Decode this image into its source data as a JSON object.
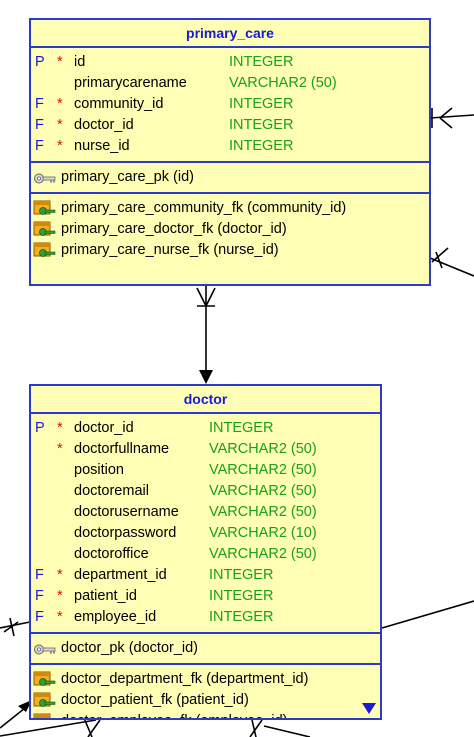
{
  "tables": [
    {
      "name": "primary_care",
      "columns": [
        {
          "flag": "P",
          "required": true,
          "name": "id",
          "type": "INTEGER"
        },
        {
          "flag": "",
          "required": false,
          "name": "primarycarename",
          "type": "VARCHAR2 (50)"
        },
        {
          "flag": "F",
          "required": true,
          "name": "community_id",
          "type": "INTEGER"
        },
        {
          "flag": "F",
          "required": true,
          "name": "doctor_id",
          "type": "INTEGER"
        },
        {
          "flag": "F",
          "required": true,
          "name": "nurse_id",
          "type": "INTEGER"
        }
      ],
      "primary_keys": [
        "primary_care_pk (id)"
      ],
      "foreign_keys": [
        "primary_care_community_fk (community_id)",
        "primary_care_doctor_fk (doctor_id)",
        "primary_care_nurse_fk (nurse_id)"
      ]
    },
    {
      "name": "doctor",
      "columns": [
        {
          "flag": "P",
          "required": true,
          "name": "doctor_id",
          "type": "INTEGER"
        },
        {
          "flag": "",
          "required": true,
          "name": "doctorfullname",
          "type": "VARCHAR2 (50)"
        },
        {
          "flag": "",
          "required": false,
          "name": "position",
          "type": "VARCHAR2 (50)"
        },
        {
          "flag": "",
          "required": false,
          "name": "doctoremail",
          "type": "VARCHAR2 (50)"
        },
        {
          "flag": "",
          "required": false,
          "name": "doctorusername",
          "type": "VARCHAR2 (50)"
        },
        {
          "flag": "",
          "required": false,
          "name": "doctorpassword",
          "type": "VARCHAR2 (10)"
        },
        {
          "flag": "",
          "required": false,
          "name": "doctoroffice",
          "type": "VARCHAR2 (50)"
        },
        {
          "flag": "F",
          "required": true,
          "name": "department_id",
          "type": "INTEGER"
        },
        {
          "flag": "F",
          "required": true,
          "name": "patient_id",
          "type": "INTEGER"
        },
        {
          "flag": "F",
          "required": true,
          "name": "employee_id",
          "type": "INTEGER"
        }
      ],
      "primary_keys": [
        "doctor_pk (doctor_id)"
      ],
      "foreign_keys": [
        "doctor_department_fk (department_id)",
        "doctor_patient_fk (patient_id)",
        "doctor_employee_fk (employee_id)"
      ]
    }
  ],
  "required_marker": "*",
  "colors": {
    "table_fill": "#fefeb4",
    "table_border": "#2a3cc8",
    "title_text": "#1a1ad8",
    "type_text": "#1aa01a",
    "required_mark": "#e01010"
  }
}
